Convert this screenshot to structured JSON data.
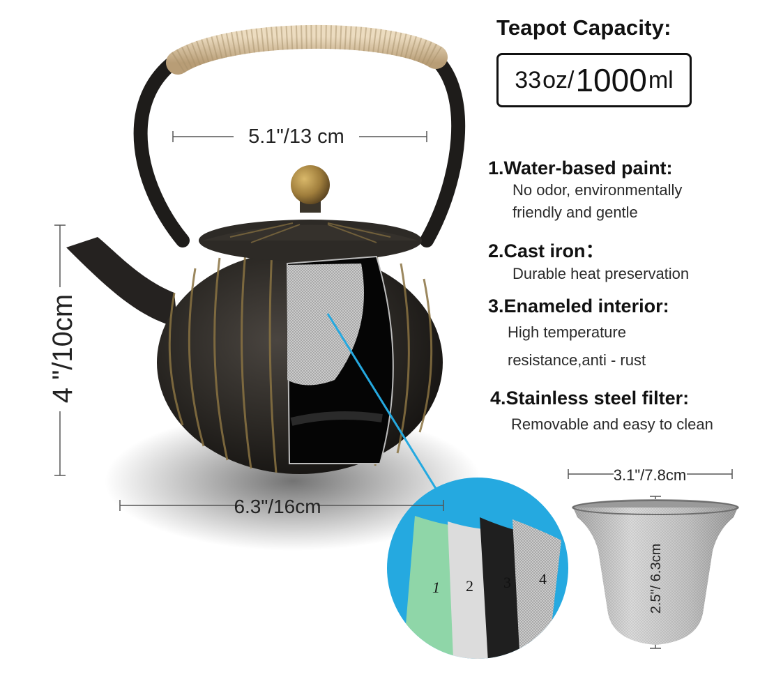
{
  "capacity": {
    "title": "Teapot Capacity:",
    "oz_value": "33",
    "oz_unit": "oz/",
    "ml_value": "1000",
    "ml_unit": "ml"
  },
  "features": [
    {
      "title": "1.Water-based paint:",
      "lines": [
        "No odor, environmentally",
        "friendly and gentle"
      ]
    },
    {
      "title": "2.Cast iron：",
      "lines": [
        "Durable heat preservation"
      ]
    },
    {
      "title": "3.Enameled interior:",
      "lines": [
        "High temperature",
        "resistance,anti - rust"
      ]
    },
    {
      "title": "4.Stainless steel filter:",
      "lines": [
        "Removable and easy to clean"
      ]
    }
  ],
  "dimensions": {
    "lid_width": "5.1\"/13 cm",
    "height": "4 \"/10cm",
    "body_width": "6.3\"/16cm",
    "filter_width": "3.1\"/7.8cm",
    "filter_height": "2.5\"/ 6.3cm"
  },
  "layers": [
    "1",
    "2",
    "3",
    "4"
  ],
  "colors": {
    "body": "#2b2824",
    "gold_stripe": "#8a7342",
    "rope": "#d8c4a4",
    "knob": "#a07e3c",
    "mesh": "#c9c9c9",
    "layer_circle": "#25a9e0",
    "layer_1": "#8fd6a8",
    "layer_2": "#dcdcdc",
    "layer_3": "#222222",
    "layer_4": "#cfcfcf"
  }
}
